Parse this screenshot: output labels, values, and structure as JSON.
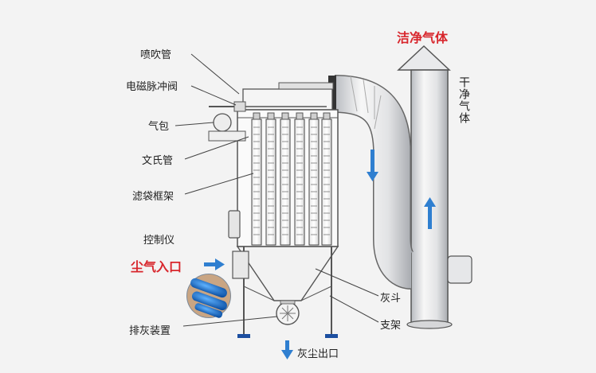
{
  "labels": {
    "nozzle_pipe": "喷吹管",
    "solenoid_valve": "电磁脉冲阀",
    "air_bag": "气包",
    "venturi": "文氏管",
    "filter_cage": "滤袋框架",
    "controller": "控制仪",
    "dust_inlet": "尘气入口",
    "discharge_device": "排灰装置",
    "clean_gas": "洁净气体",
    "dry_gas": "干净气体",
    "ash_hopper": "灰斗",
    "support": "支架",
    "dust_outlet": "灰尘出口"
  },
  "colors": {
    "accent_red": "#d8262c",
    "arrow_blue": "#2f7fd0",
    "outline": "#555555"
  }
}
